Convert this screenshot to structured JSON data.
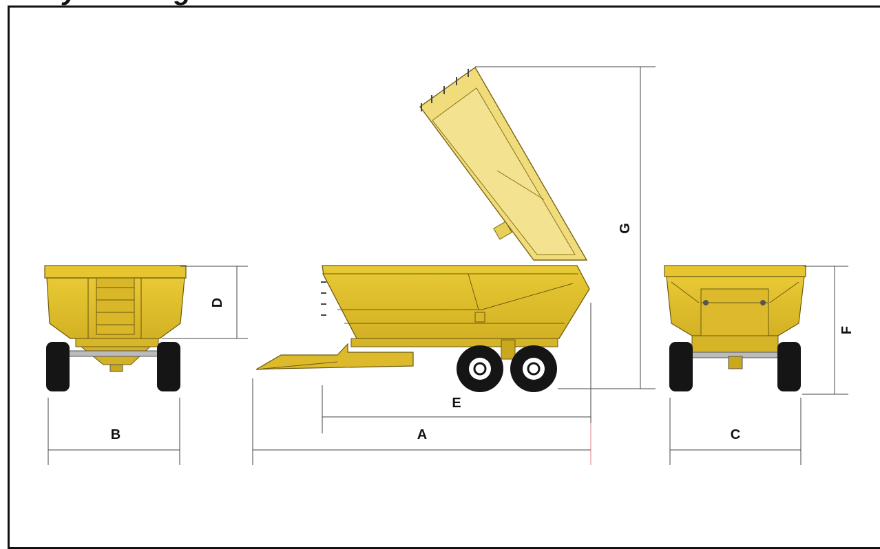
{
  "heading": "Key drawings",
  "labels": {
    "A": "A",
    "B": "B",
    "C": "C",
    "D": "D",
    "E": "E",
    "F": "F",
    "G": "G"
  },
  "colors": {
    "body_yellow": "#e2c02a",
    "body_yellow_dark": "#c9a81e",
    "raised_body": "#f0dc7a",
    "tire": "#151515",
    "dimension_line": "#444444",
    "dimension_tick_red": "#e06060"
  }
}
